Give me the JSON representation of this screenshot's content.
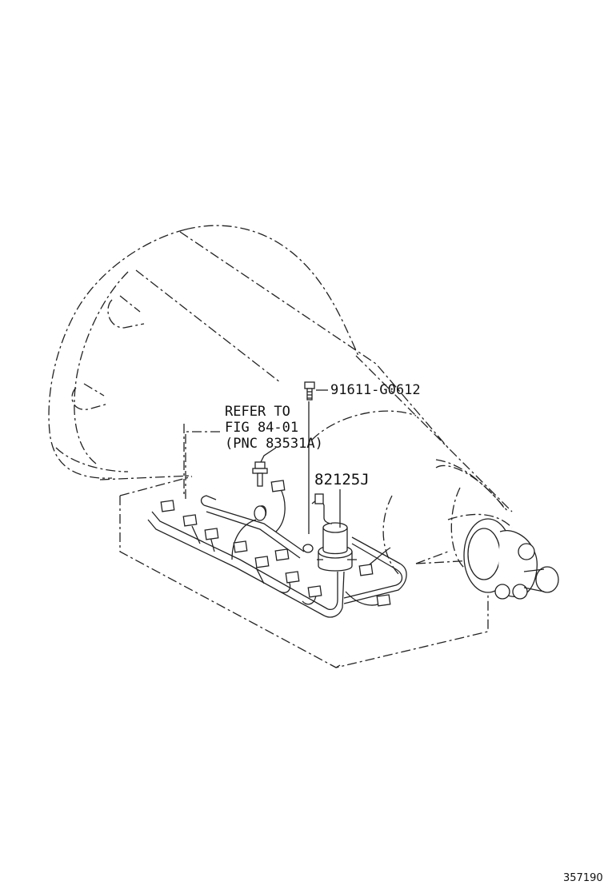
{
  "labels": {
    "bolt_part_no": "91611-G0612",
    "refer_line1": "REFER TO",
    "refer_line2": "FIG 84-01",
    "refer_line3": "(PNC 83531A)",
    "harness_part_no": "82125J",
    "illustration_no": "357190"
  }
}
